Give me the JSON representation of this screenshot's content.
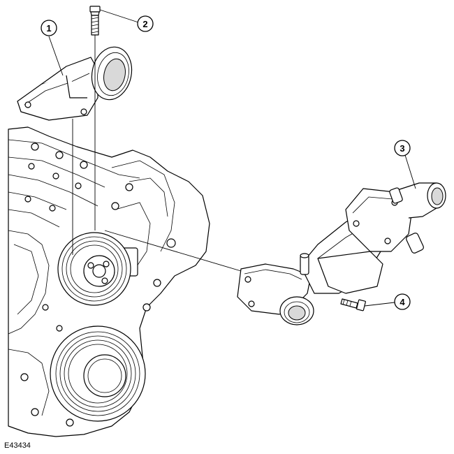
{
  "figure": {
    "reference_code": "E43434",
    "callouts": [
      {
        "id": "callout-1",
        "label": "1"
      },
      {
        "id": "callout-2",
        "label": "2"
      },
      {
        "id": "callout-3",
        "label": "3"
      },
      {
        "id": "callout-4",
        "label": "4"
      }
    ]
  },
  "colors": {
    "line": "#000000",
    "background": "#ffffff",
    "shade": "#d9d9d9"
  }
}
